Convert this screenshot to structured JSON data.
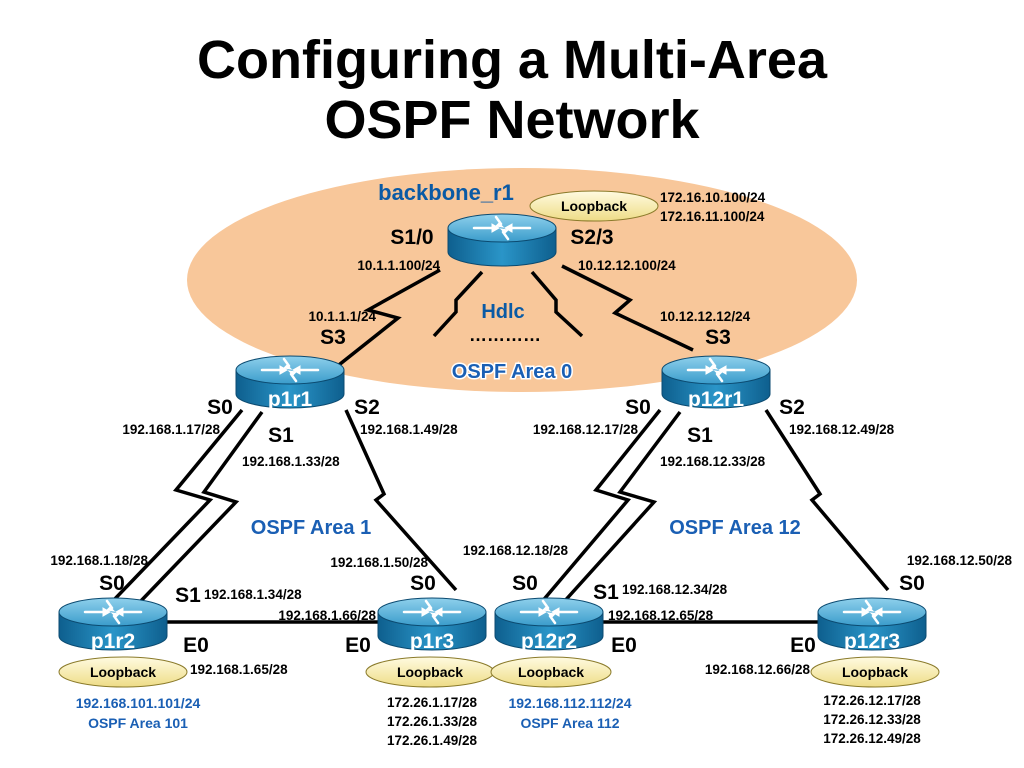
{
  "title": {
    "line1": "Configuring a Multi-Area",
    "line2": "OSPF Network"
  },
  "routers": {
    "backbone": {
      "name": "backbone_r1",
      "port_left": "S1/0",
      "port_right": "S2/3",
      "ip_left": "10.1.1.100/24",
      "ip_right": "10.12.12.100/24",
      "loopback": "Loopback",
      "loopback_ip1": "172.16.10.100/24",
      "loopback_ip2": "172.16.11.100/24"
    },
    "p1r1": {
      "name": "p1r1",
      "s3": "S3",
      "s3_ip": "10.1.1.1/24",
      "s0": "S0",
      "s0_ip": "192.168.1.17/28",
      "s1": "S1",
      "s1_ip": "192.168.1.33/28",
      "s2": "S2",
      "s2_ip": "192.168.1.49/28"
    },
    "p12r1": {
      "name": "p12r1",
      "s3": "S3",
      "s3_ip": "10.12.12.12/24",
      "s0": "S0",
      "s0_ip": "192.168.12.17/28",
      "s1": "S1",
      "s1_ip": "192.168.12.33/28",
      "s2": "S2",
      "s2_ip": "192.168.12.49/28"
    },
    "p1r2": {
      "name": "p1r2",
      "s0": "S0",
      "s0_ip": "192.168.1.18/28",
      "s1": "S1",
      "s1_ip": "192.168.1.34/28",
      "e0": "E0",
      "e0_ip": "192.168.1.65/28",
      "loopback": "Loopback",
      "loopback_ip": "192.168.101.101/24",
      "area": "OSPF Area 101"
    },
    "p1r3": {
      "name": "p1r3",
      "s0": "S0",
      "s0_ip": "192.168.1.50/28",
      "e0": "E0",
      "e0_ip": "192.168.1.66/28",
      "loopback": "Loopback",
      "loopback_ips": [
        "172.26.1.17/28",
        "172.26.1.33/28",
        "172.26.1.49/28"
      ]
    },
    "p12r2": {
      "name": "p12r2",
      "s0": "S0",
      "s0_ip": "192.168.12.18/28",
      "s1": "S1",
      "s1_ip": "192.168.12.34/28",
      "e0": "E0",
      "e0_ip": "192.168.12.65/28",
      "loopback": "Loopback",
      "loopback_ip": "192.168.112.112/24",
      "area": "OSPF Area 112"
    },
    "p12r3": {
      "name": "p12r3",
      "s0": "S0",
      "s0_ip": "192.168.12.50/28",
      "e0": "E0",
      "e0_ip": "192.168.12.66/28",
      "loopback": "Loopback",
      "loopback_ips": [
        "172.26.12.17/28",
        "172.26.12.33/28",
        "172.26.12.49/28"
      ]
    }
  },
  "hdlc": {
    "label": "Hdlc",
    "dots": "…………"
  },
  "areas": {
    "area0": "OSPF Area 0",
    "area1": "OSPF Area 1",
    "area12": "OSPF Area 12"
  },
  "colors": {
    "backbone_area": "#f8c79a",
    "router_top": "#5fb2d6",
    "router_body": "#1a84b8",
    "loopback_fill": "#f7ecaa",
    "area_text": "#1a5fb4",
    "backbone_name": "#0a5aa5"
  }
}
